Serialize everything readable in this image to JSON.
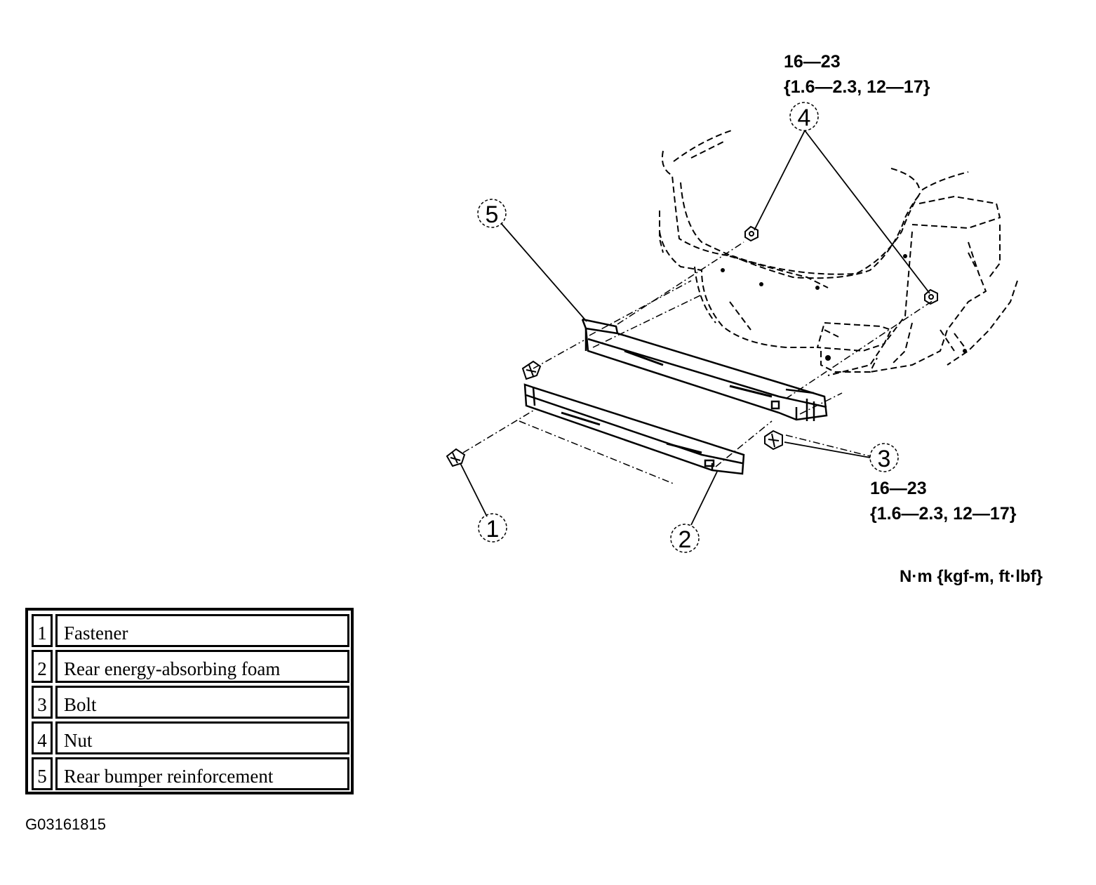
{
  "torque_specs": [
    {
      "callout": "4",
      "line1": "16—23",
      "line2": "{1.6—2.3, 12—17}"
    },
    {
      "callout": "3",
      "line1": "16—23",
      "line2": "{1.6—2.3, 12—17}"
    }
  ],
  "units_note": "N·m {kgf-m, ft·lbf}",
  "callouts": [
    "1",
    "2",
    "3",
    "4",
    "5"
  ],
  "legend": [
    {
      "num": "1",
      "name": "Fastener"
    },
    {
      "num": "2",
      "name": "Rear energy-absorbing foam"
    },
    {
      "num": "3",
      "name": "Bolt"
    },
    {
      "num": "4",
      "name": "Nut"
    },
    {
      "num": "5",
      "name": "Rear bumper reinforcement"
    }
  ],
  "figure_id": "G03161815"
}
